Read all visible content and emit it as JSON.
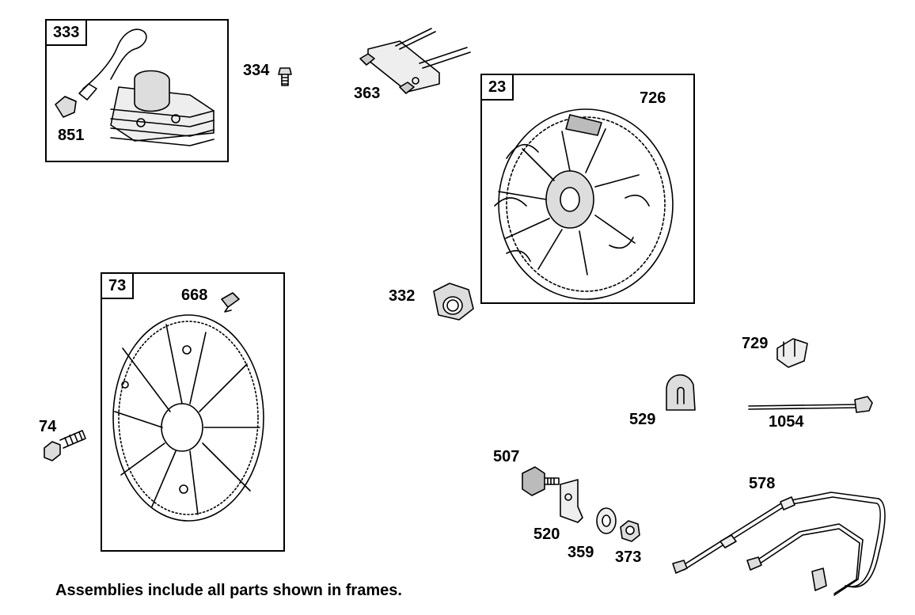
{
  "frames": {
    "f333": "333",
    "f23": "23",
    "f73": "73"
  },
  "labels": {
    "p851": "851",
    "p334": "334",
    "p363": "363",
    "p726": "726",
    "p332": "332",
    "p668": "668",
    "p74": "74",
    "p729": "729",
    "p529": "529",
    "p1054": "1054",
    "p507": "507",
    "p578": "578",
    "p520": "520",
    "p359": "359",
    "p373": "373"
  },
  "caption": "Assemblies include all parts shown in frames."
}
